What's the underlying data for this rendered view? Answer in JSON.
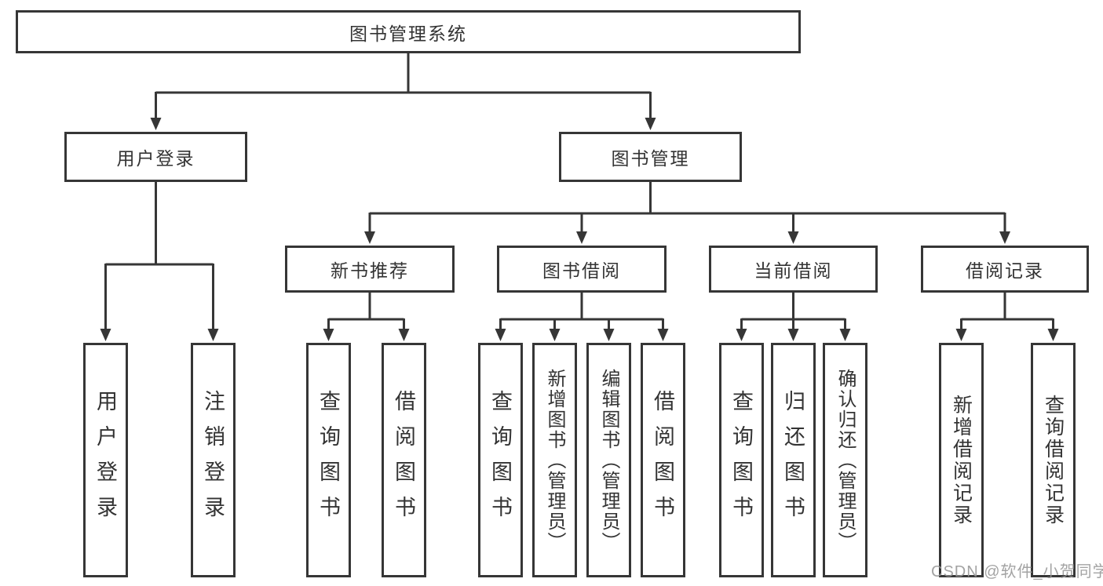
{
  "page": {
    "background": "#ffffff"
  },
  "colors": {
    "line": "#363636",
    "box_border": "#363636",
    "box_background": "#ffffff",
    "text": "#333333",
    "watermark": "#969696"
  },
  "root": {
    "label": "图书管理系统"
  },
  "branches": [
    {
      "label": "用户登录",
      "children": [
        {
          "label": "用户登录"
        },
        {
          "label": "注销登录"
        }
      ]
    },
    {
      "label": "图书管理",
      "children": [
        {
          "label": "新书推荐",
          "children": [
            {
              "label": "查询图书"
            },
            {
              "label": "借阅图书"
            }
          ]
        },
        {
          "label": "图书借阅",
          "children": [
            {
              "label": "查询图书"
            },
            {
              "label": "新增图书（管理员）"
            },
            {
              "label": "编辑图书（管理员）"
            },
            {
              "label": "借阅图书"
            }
          ]
        },
        {
          "label": "当前借阅",
          "children": [
            {
              "label": "查询图书"
            },
            {
              "label": "归还图书"
            },
            {
              "label": "确认归还（管理员）"
            }
          ]
        },
        {
          "label": "借阅记录",
          "children": [
            {
              "label": "新增借阅记录"
            },
            {
              "label": "查询借阅记录"
            }
          ]
        }
      ]
    }
  ],
  "watermark": {
    "text": "CSDN @软件_小贺同学"
  }
}
